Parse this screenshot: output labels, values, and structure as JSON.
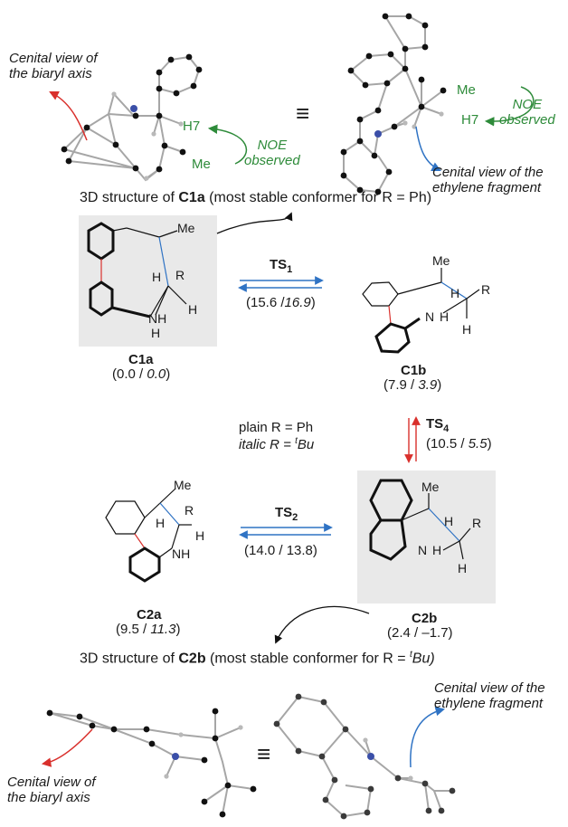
{
  "colors": {
    "green": "#2e8b3a",
    "red": "#d9302c",
    "blue": "#2f73c4",
    "bond": "#a6a6a6",
    "atom": "#111111",
    "nitrogen": "#3b4fa8",
    "box": "#e9e9e9"
  },
  "top3d": {
    "left_caption_1": "Cenital view of",
    "left_caption_2": "the biaryl axis",
    "h7": "H7",
    "me": "Me",
    "noe_1": "NOE",
    "noe_2": "observed",
    "right_caption_1": "Cenital view of the",
    "right_caption_2": "ethylene fragment",
    "equiv": "≡"
  },
  "c1a_title": {
    "prefix": "3D structure of ",
    "compound": "C1a",
    "suffix": " (most stable conformer for R = Ph)"
  },
  "row1": {
    "ts_main": "TS",
    "ts_sub": "1",
    "energy_plain": "(15.6 /",
    "energy_italic": "16.9",
    "energy_close": ")"
  },
  "c1a": {
    "name": "C1a",
    "e_plain": "(0.0 / ",
    "e_italic": "0.0",
    "e_close": ")",
    "me": "Me",
    "r": "R",
    "h1": "H",
    "h2": "H",
    "nh": "NH",
    "h_n": "H"
  },
  "c1b": {
    "name": "C1b",
    "e_plain": "(7.9 / ",
    "e_italic": "3.9",
    "e_close": ")",
    "me": "Me",
    "h1": "H",
    "r": "R",
    "n": "N",
    "h_n": "H",
    "h2": "H"
  },
  "legend": {
    "line1": "plain R = Ph",
    "line2_italic": "italic R = ",
    "line2_sup": "t",
    "line2_end": "Bu"
  },
  "ts4": {
    "main": "TS",
    "sub": "4",
    "energy_plain": "(10.5 / ",
    "energy_italic": "5.5",
    "energy_close": ")"
  },
  "row2": {
    "ts_main": "TS",
    "ts_sub": "2",
    "energy": "(14.0 / 13.8)"
  },
  "c2a": {
    "name": "C2a",
    "e_plain": "(9.5 / ",
    "e_italic": "11.3",
    "e_close": ")",
    "me": "Me",
    "r": "R",
    "h1": "H",
    "h2": "H",
    "nh": "NH"
  },
  "c2b": {
    "name": "C2b",
    "e_plain": "(2.4 / –1.7)",
    "me": "Me",
    "h1": "H",
    "r": "R",
    "n": "N",
    "h_n": "H",
    "h2": "H"
  },
  "c2b_title": {
    "prefix": "3D structure of ",
    "compound": "C2b",
    "mid": " (most stable conformer for R = ",
    "sup": "t",
    "end": "Bu)"
  },
  "bottom3d": {
    "right_caption_1": "Cenital view of the",
    "right_caption_2": "ethylene fragment",
    "left_caption_1": "Cenital view of",
    "left_caption_2": "the biaryl axis",
    "equiv": "≡"
  }
}
